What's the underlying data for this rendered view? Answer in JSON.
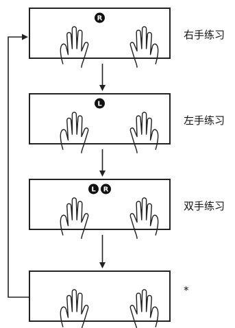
{
  "steps": [
    {
      "label": "右手练习",
      "badges": [
        "R"
      ]
    },
    {
      "label": "左手练习",
      "badges": [
        "L"
      ]
    },
    {
      "label": "双手练习",
      "badges": [
        "L",
        "R"
      ]
    },
    {
      "label": "*",
      "badges": []
    }
  ],
  "colors": {
    "line": "#222222",
    "badge_fill": "#111111",
    "badge_text": "#ffffff",
    "background": "#ffffff"
  }
}
